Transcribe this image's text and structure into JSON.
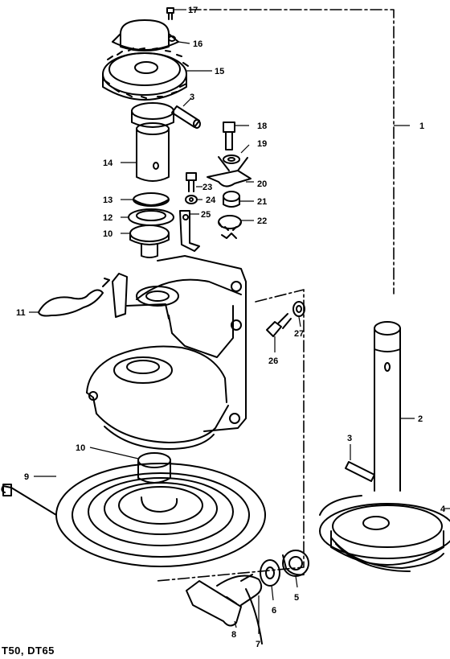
{
  "footer_text": "T50, DT65",
  "parts": [
    {
      "id": "17",
      "label": "17"
    },
    {
      "id": "16",
      "label": "16"
    },
    {
      "id": "15",
      "label": "15"
    },
    {
      "id": "3a",
      "label": "3"
    },
    {
      "id": "18",
      "label": "18"
    },
    {
      "id": "1",
      "label": "1"
    },
    {
      "id": "19",
      "label": "19"
    },
    {
      "id": "14",
      "label": "14"
    },
    {
      "id": "20",
      "label": "20"
    },
    {
      "id": "23",
      "label": "23"
    },
    {
      "id": "13",
      "label": "13"
    },
    {
      "id": "24",
      "label": "24"
    },
    {
      "id": "21",
      "label": "21"
    },
    {
      "id": "12",
      "label": "12"
    },
    {
      "id": "25",
      "label": "25"
    },
    {
      "id": "22",
      "label": "22"
    },
    {
      "id": "10a",
      "label": "10"
    },
    {
      "id": "11",
      "label": "11"
    },
    {
      "id": "27",
      "label": "27"
    },
    {
      "id": "26",
      "label": "26"
    },
    {
      "id": "2",
      "label": "2"
    },
    {
      "id": "3b",
      "label": "3"
    },
    {
      "id": "10b",
      "label": "10"
    },
    {
      "id": "9",
      "label": "9"
    },
    {
      "id": "4",
      "label": "4"
    },
    {
      "id": "5",
      "label": "5"
    },
    {
      "id": "6",
      "label": "6"
    },
    {
      "id": "8",
      "label": "8"
    },
    {
      "id": "7",
      "label": "7"
    }
  ]
}
